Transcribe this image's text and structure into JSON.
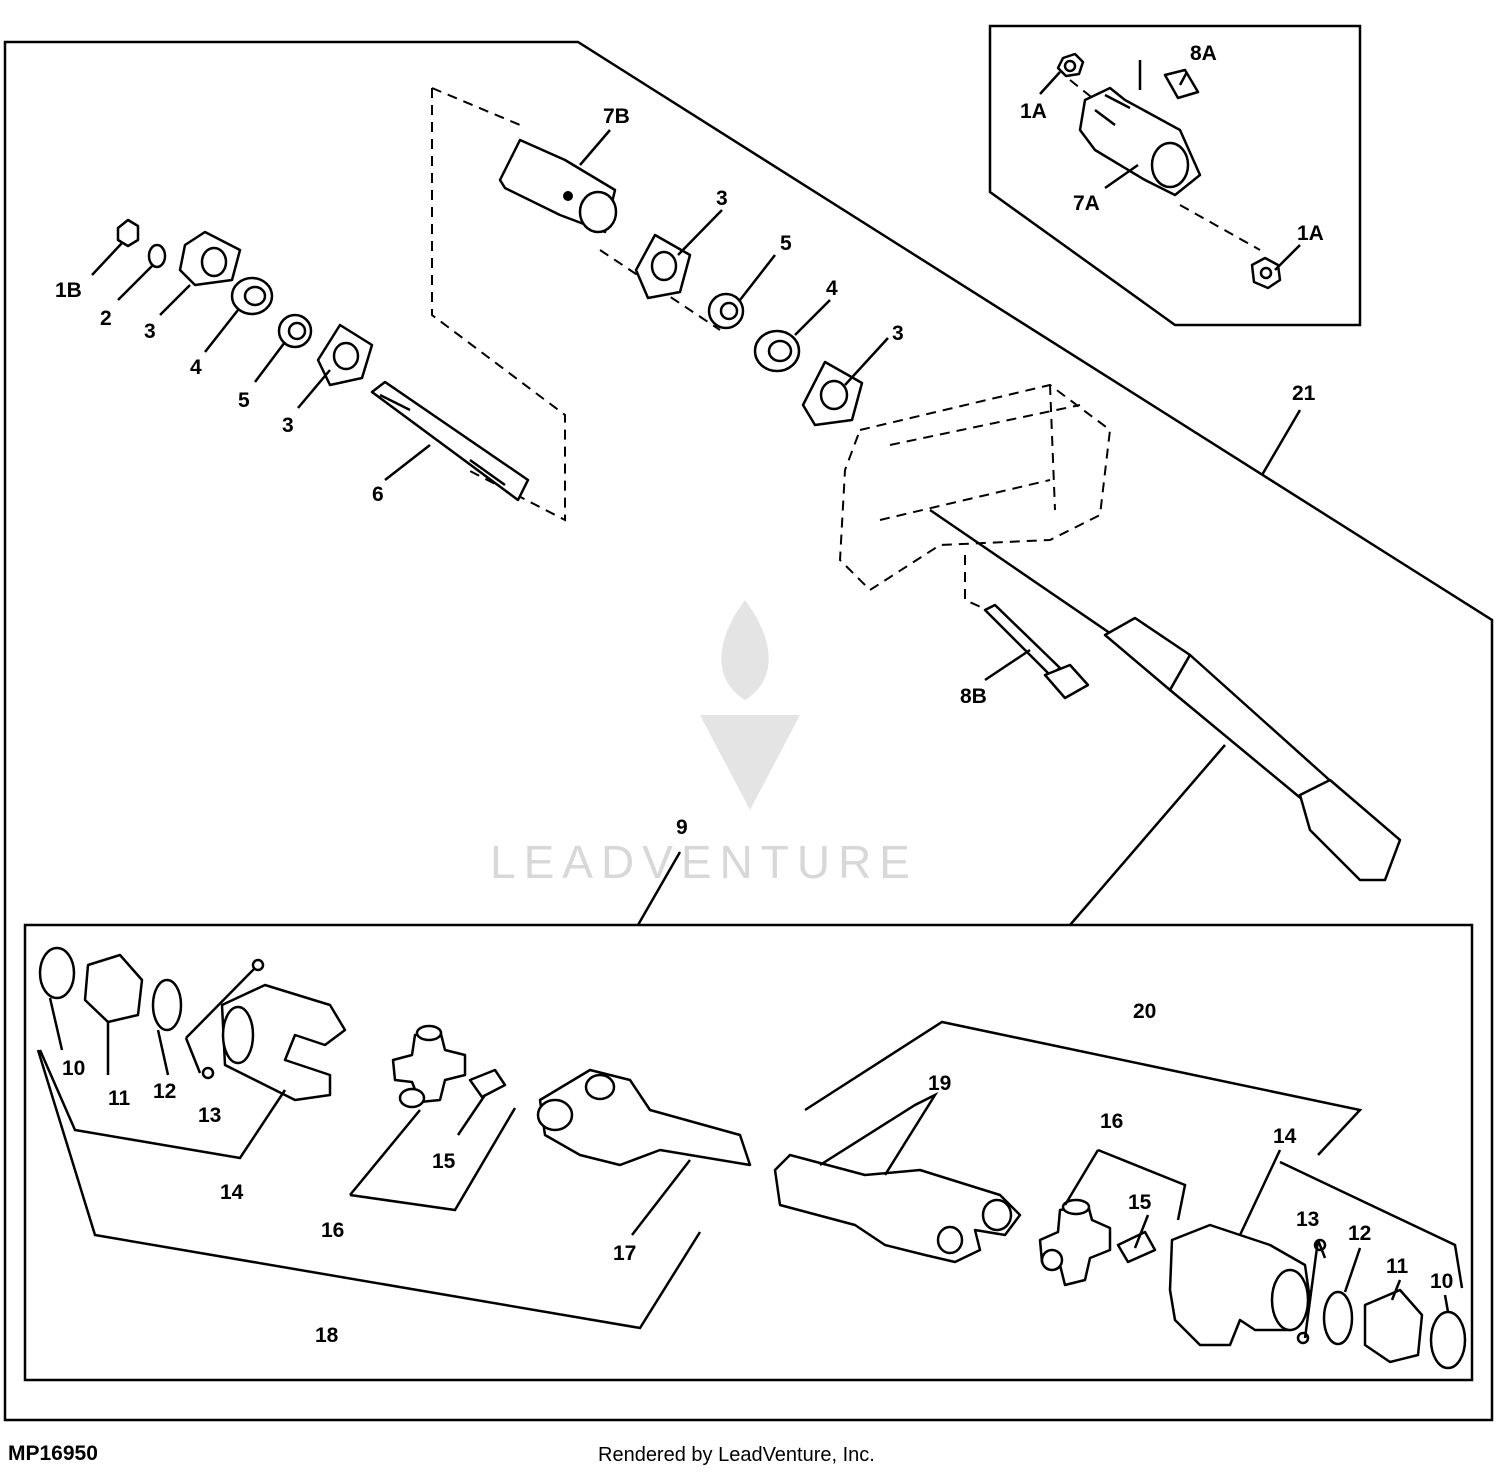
{
  "watermark": "LEADVENTURE",
  "figure_code": "MP16950",
  "credit": "Rendered by LeadVenture, Inc.",
  "callouts": {
    "c1A_top": "1A",
    "c8A": "8A",
    "c7A": "7A",
    "c1A_bot": "1A",
    "c7B": "7B",
    "c3_a": "3",
    "c5_a": "5",
    "c4_a": "4",
    "c3_b": "3",
    "c21": "21",
    "c1B": "1B",
    "c2": "2",
    "c3_c": "3",
    "c4_b": "4",
    "c5_b": "5",
    "c3_d": "3",
    "c6": "6",
    "c8B": "8B",
    "c9": "9",
    "c10_l": "10",
    "c11_l": "11",
    "c12_l": "12",
    "c13_l": "13",
    "c14_l": "14",
    "c15_l": "15",
    "c16_l": "16",
    "c17": "17",
    "c18": "18",
    "c20": "20",
    "c19": "19",
    "c16_r": "16",
    "c15_r": "15",
    "c14_r": "14",
    "c13_r": "13",
    "c12_r": "12",
    "c11_r": "11",
    "c10_r": "10"
  }
}
